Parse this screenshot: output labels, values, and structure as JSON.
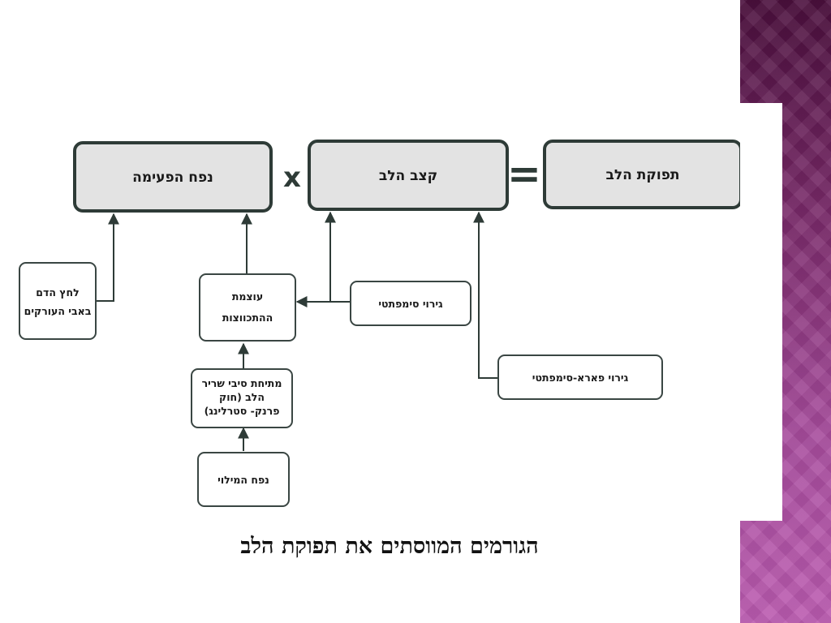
{
  "diagram": {
    "main_boxes": {
      "stroke_volume": "נפח הפעימה",
      "heart_rate": "קצב הלב",
      "cardiac_output": "תפוקת הלב"
    },
    "operators": {
      "multiply": "x",
      "equals": "="
    },
    "boxes": {
      "arterial_pressure": [
        "לחץ הדם",
        "באבי העורקים"
      ],
      "contraction_force": [
        "עוצמת",
        "ההתכווצות"
      ],
      "sympathetic": "גירוי סימפתטי",
      "parasympathetic": "גירוי פארא-סימפתטי",
      "frank_starling": [
        "מתיחת סיבי שריר",
        "הלב (חוק",
        "פרנק- סטרלינג)"
      ],
      "filling_volume": "נפח המילוי"
    }
  },
  "slide": {
    "title": "הגורמים המווסתים את תפוקת הלב"
  },
  "colors": {
    "box_fill": "#e3e3e3",
    "box_stroke": "#2e3b37",
    "accent": "#a74c9d"
  }
}
